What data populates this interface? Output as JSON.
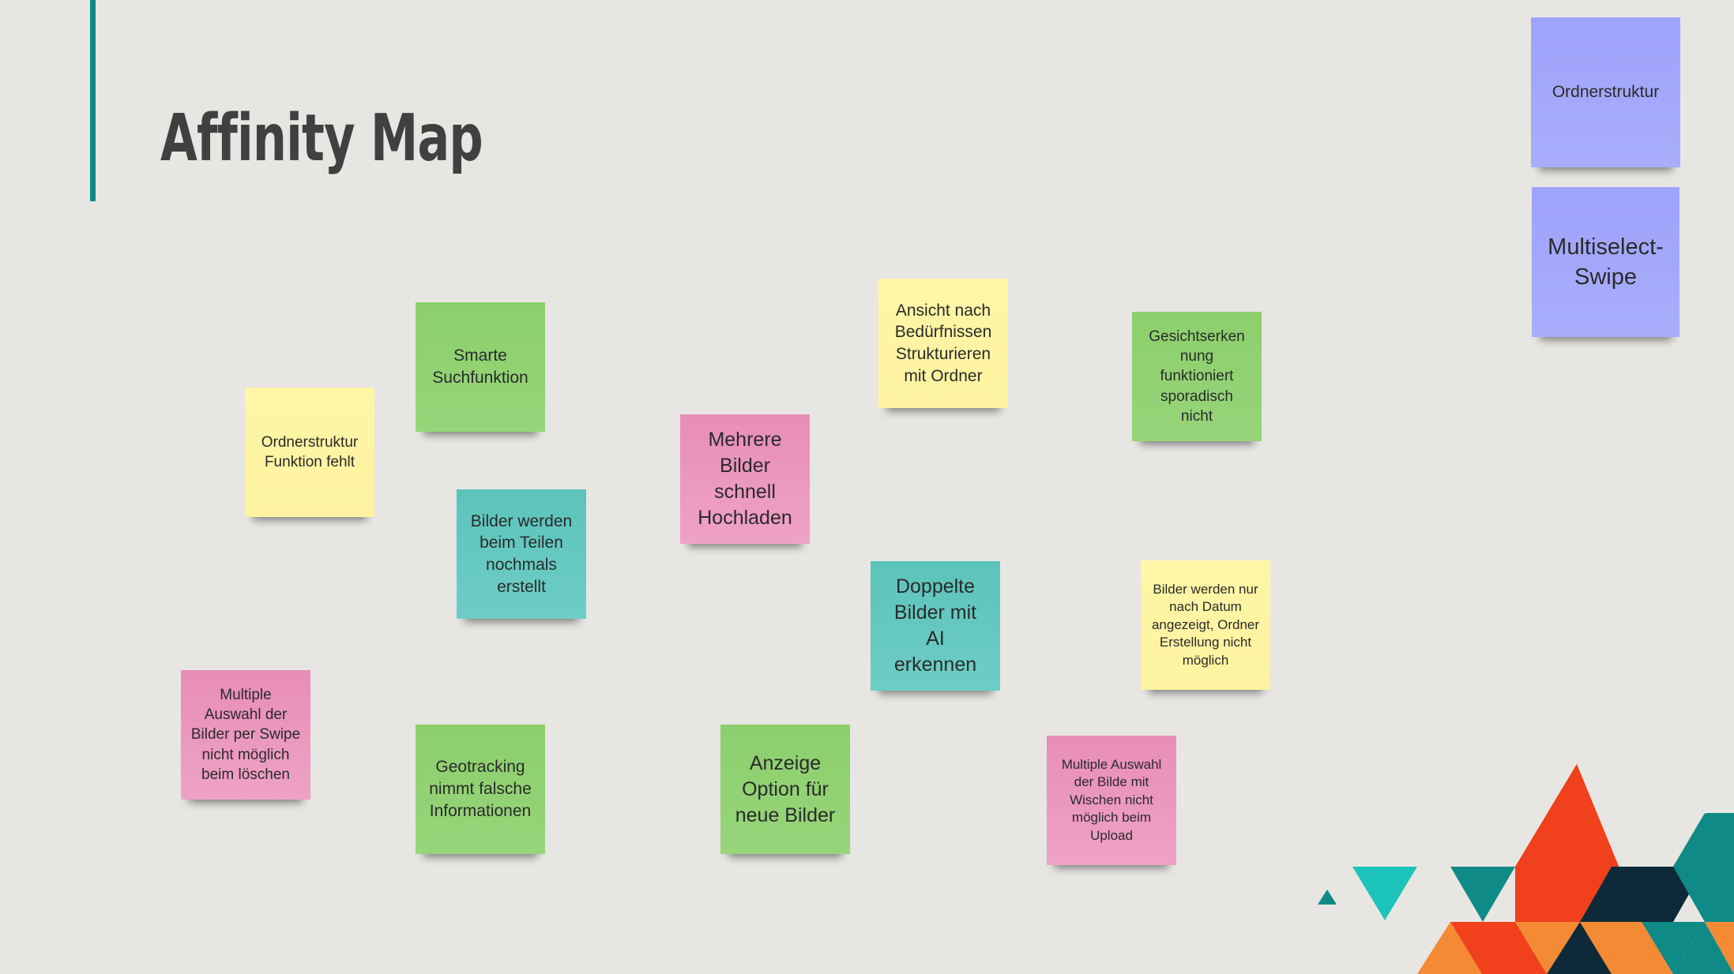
{
  "slide": {
    "title": "Affinity Map",
    "accent_color": "#0f8a87",
    "background_color": "#e8e6e3"
  },
  "legend_notes": [
    {
      "text": "Ordnerstruktur",
      "color": "purple"
    },
    {
      "text": "Multiselect-\nSwipe",
      "color": "purple"
    }
  ],
  "notes": [
    {
      "text": "Smarte\nSuchfunktion",
      "color": "green"
    },
    {
      "text": "Ordnerstruktur\nFunktion fehlt",
      "color": "yellow"
    },
    {
      "text": "Bilder werden\nbeim Teilen\nnochmals\nerstellt",
      "color": "teal"
    },
    {
      "text": "Mehrere\nBilder\nschnell\nHochladen",
      "color": "pink"
    },
    {
      "text": "Ansicht nach\nBedürfnissen\nStrukturieren\nmit Ordner",
      "color": "yellow"
    },
    {
      "text": "Gesichtserken\nnung\nfunktioniert\nsporadisch\nnicht",
      "color": "green"
    },
    {
      "text": "Doppelte\nBilder mit\nAI\nerkennen",
      "color": "teal"
    },
    {
      "text": "Bilder werden nur\nnach Datum\nangezeigt, Ordner\nErstellung nicht\nmöglich",
      "color": "yellow"
    },
    {
      "text": "Multiple\nAuswahl der\nBilder per Swipe\nnicht möglich\nbeim löschen",
      "color": "pink"
    },
    {
      "text": "Geotracking\nnimmt falsche\nInformationen",
      "color": "green"
    },
    {
      "text": "Anzeige\nOption für\nneue Bilder",
      "color": "green"
    },
    {
      "text": "Multiple Auswahl\nder Bilde mit\nWischen nicht\nmöglich beim\nUpload",
      "color": "pink"
    }
  ],
  "decoration_colors": [
    "#0f8a87",
    "#f0401c",
    "#f58a34",
    "#0e2a38",
    "#1cc4ba"
  ]
}
